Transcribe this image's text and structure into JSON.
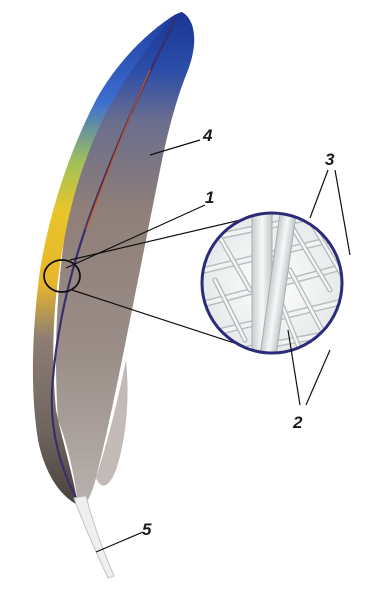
{
  "labels": {
    "l1": "1",
    "l2": "2",
    "l3": "3",
    "l4": "4",
    "l5": "5"
  },
  "colors": {
    "blue": "#1f3f9c",
    "yellow": "#e8c52a",
    "orange": "#e07a1c",
    "brown_gray": "#7d6c64",
    "rachis": "#3a2f6e",
    "calamus": "#eef0f0",
    "circle_border": "#2b2b7a",
    "barb_fill": "#e9ecec"
  },
  "icons": {
    "feather": "feather-illustration",
    "magnifier": "magnified-barbs-view"
  }
}
